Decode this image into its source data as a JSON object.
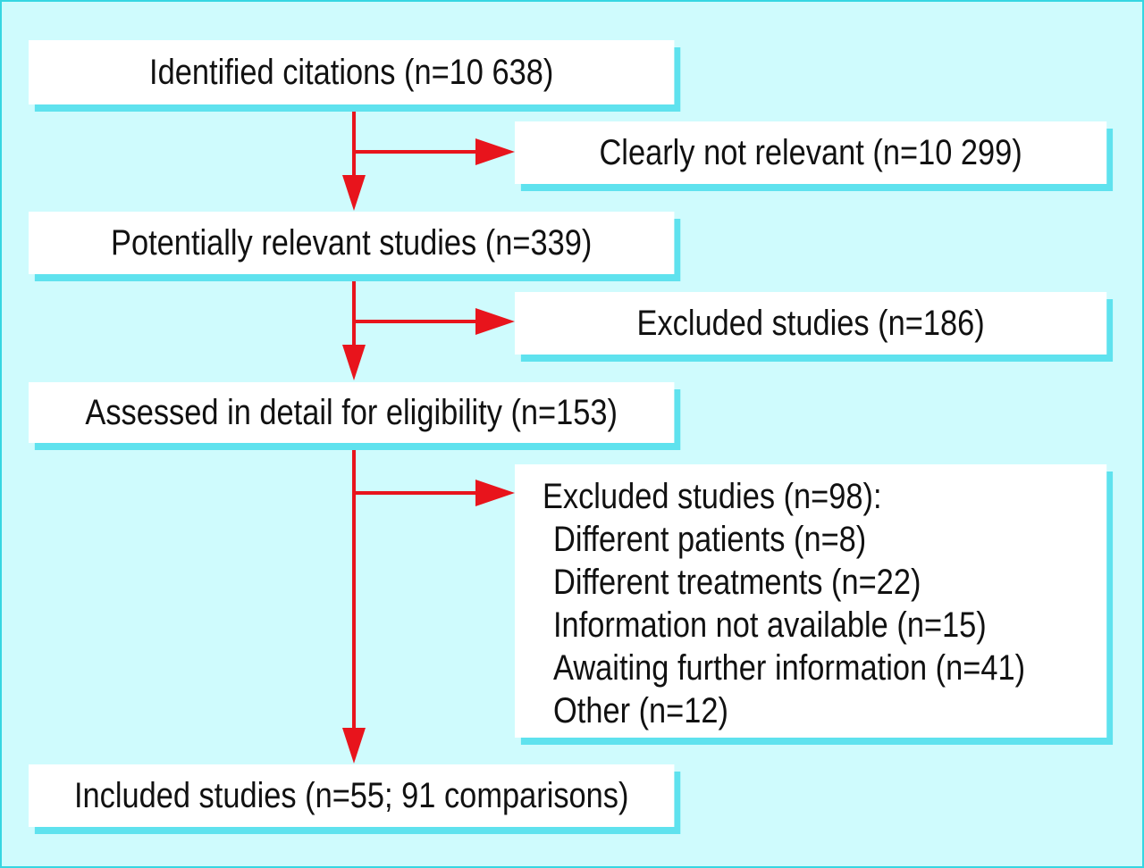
{
  "boxes": {
    "identified": "Identified citations (n=10 638)",
    "not_relevant": "Clearly not relevant (n=10 299)",
    "potential": "Potentially relevant studies (n=339)",
    "excluded_186": "Excluded studies (n=186)",
    "assessed": "Assessed in detail for eligibility (n=153)",
    "excluded_98": {
      "heading": "Excluded studies (n=98):",
      "items": [
        "Different patients (n=8)",
        "Different treatments (n=22)",
        "Information not available (n=15)",
        "Awaiting further information (n=41)",
        "Other (n=12)"
      ]
    },
    "included": "Included studies (n=55; 91 comparisons)"
  },
  "colors": {
    "background": "#cffbfd",
    "border": "#36d6e2",
    "box": "#ffffff",
    "shadow": "#5fe2ee",
    "arrow": "#e8141c",
    "text": "#111111"
  }
}
